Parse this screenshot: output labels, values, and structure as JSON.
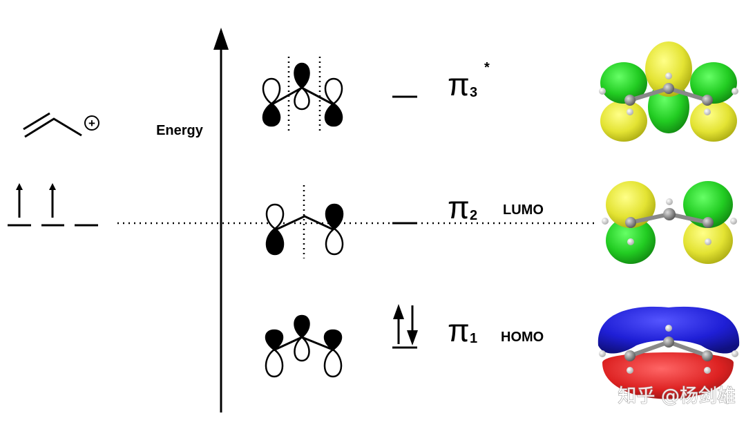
{
  "axis": {
    "label": "Energy"
  },
  "cation": {
    "charge_symbol": "+"
  },
  "levels": [
    {
      "key": "pi3",
      "symbol": "π",
      "subscript": "3",
      "superscript": "*",
      "tag": ""
    },
    {
      "key": "pi2",
      "symbol": "π",
      "subscript": "2",
      "superscript": "",
      "tag": "LUMO"
    },
    {
      "key": "pi1",
      "symbol": "π",
      "subscript": "1",
      "superscript": "",
      "tag": "HOMO"
    }
  ],
  "watermark": {
    "text": "知乎 @杨剑雄"
  },
  "colors": {
    "ink": "#000000",
    "lobe_green": "#33cc33",
    "lobe_yellow": "#e6e633",
    "lobe_blue": "#2222dd",
    "lobe_red": "#dd2222",
    "atom_grey": "#888888",
    "atom_white": "#f2f2f2"
  }
}
